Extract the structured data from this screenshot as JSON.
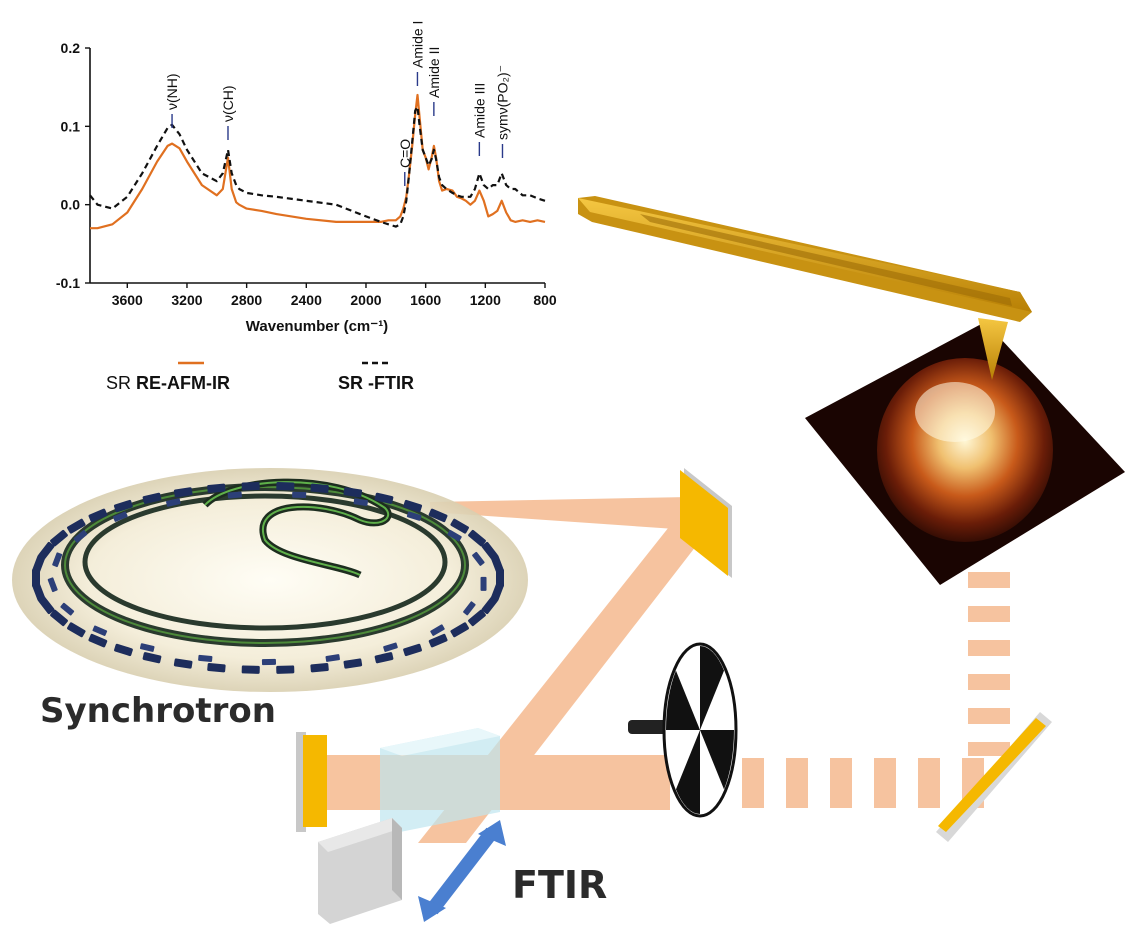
{
  "chart_data": {
    "type": "line",
    "xlabel": "Wavenumber (cm⁻¹)",
    "ylabel": "",
    "xlim": [
      3850,
      800
    ],
    "ylim": [
      -0.1,
      0.2
    ],
    "x_ticks": [
      "3600",
      "3200",
      "2800",
      "2400",
      "2000",
      "1600",
      "1200",
      "800"
    ],
    "y_ticks": [
      "-0.1",
      "0.0",
      "0.1",
      "0.2"
    ],
    "annotations": [
      {
        "text": "ν(NH)",
        "x": 3300
      },
      {
        "text": "ν(CH)",
        "x": 2925
      },
      {
        "text": "C=O",
        "x": 1740
      },
      {
        "text": "Amide I",
        "x": 1655
      },
      {
        "text": "Amide II",
        "x": 1545
      },
      {
        "text": "Amide III",
        "x": 1240
      },
      {
        "text": "symν(PO₂)⁻",
        "x": 1085
      }
    ],
    "series": [
      {
        "name": "SR RE-AFM-IR",
        "color": "#e07020",
        "dash": "solid",
        "x": [
          3850,
          3800,
          3700,
          3600,
          3500,
          3400,
          3330,
          3300,
          3250,
          3200,
          3100,
          3000,
          2960,
          2925,
          2900,
          2870,
          2850,
          2800,
          2700,
          2600,
          2400,
          2200,
          2000,
          1900,
          1850,
          1800,
          1770,
          1750,
          1730,
          1710,
          1690,
          1670,
          1655,
          1640,
          1620,
          1600,
          1580,
          1560,
          1545,
          1530,
          1510,
          1490,
          1460,
          1420,
          1390,
          1360,
          1330,
          1300,
          1270,
          1240,
          1210,
          1180,
          1150,
          1120,
          1090,
          1060,
          1030,
          1000,
          950,
          900,
          850,
          800
        ],
        "y": [
          -0.03,
          -0.03,
          -0.025,
          -0.01,
          0.02,
          0.055,
          0.075,
          0.078,
          0.072,
          0.055,
          0.025,
          0.012,
          0.02,
          0.06,
          0.02,
          0.003,
          0.0,
          -0.005,
          -0.008,
          -0.012,
          -0.018,
          -0.022,
          -0.022,
          -0.022,
          -0.02,
          -0.02,
          -0.015,
          -0.005,
          0.01,
          0.04,
          0.075,
          0.115,
          0.14,
          0.11,
          0.07,
          0.06,
          0.045,
          0.06,
          0.075,
          0.06,
          0.03,
          0.018,
          0.02,
          0.018,
          0.01,
          0.008,
          0.005,
          0.0,
          0.005,
          0.018,
          0.005,
          -0.015,
          -0.012,
          -0.008,
          0.005,
          -0.01,
          -0.02,
          -0.022,
          -0.02,
          -0.022,
          -0.02,
          -0.022
        ]
      },
      {
        "name": "SR -FTIR",
        "color": "#111111",
        "dash": "dashed",
        "x": [
          3850,
          3800,
          3700,
          3600,
          3500,
          3400,
          3330,
          3300,
          3250,
          3200,
          3100,
          3000,
          2960,
          2925,
          2900,
          2870,
          2850,
          2800,
          2700,
          2600,
          2400,
          2200,
          2000,
          1900,
          1850,
          1800,
          1770,
          1750,
          1730,
          1710,
          1690,
          1670,
          1655,
          1640,
          1620,
          1600,
          1580,
          1560,
          1545,
          1530,
          1510,
          1490,
          1460,
          1420,
          1390,
          1360,
          1330,
          1300,
          1270,
          1240,
          1210,
          1180,
          1150,
          1120,
          1090,
          1060,
          1030,
          1000,
          950,
          900,
          850,
          800
        ],
        "y": [
          0.012,
          0.0,
          -0.005,
          0.01,
          0.04,
          0.075,
          0.098,
          0.102,
          0.09,
          0.07,
          0.04,
          0.03,
          0.04,
          0.07,
          0.04,
          0.025,
          0.02,
          0.015,
          0.012,
          0.01,
          0.005,
          0.0,
          -0.015,
          -0.022,
          -0.025,
          -0.028,
          -0.025,
          -0.015,
          0.005,
          0.04,
          0.08,
          0.12,
          0.125,
          0.1,
          0.07,
          0.06,
          0.05,
          0.058,
          0.07,
          0.058,
          0.035,
          0.025,
          0.02,
          0.015,
          0.012,
          0.01,
          0.01,
          0.01,
          0.02,
          0.04,
          0.025,
          0.02,
          0.025,
          0.025,
          0.04,
          0.025,
          0.02,
          0.02,
          0.012,
          0.012,
          0.008,
          0.005
        ]
      }
    ]
  },
  "legend": [
    {
      "prefix": "SR ",
      "bold": "RE-AFM-IR",
      "color": "#e07020",
      "dash": "solid"
    },
    {
      "prefix": "",
      "bold": "SR -FTIR",
      "color": "#111111",
      "dash": "dashed"
    }
  ],
  "labels": {
    "synchrotron": "Synchrotron",
    "ftir": "FTIR"
  },
  "colors": {
    "beam": "#f4b07f",
    "mirror": "#f5b800",
    "tip": "#e0a914",
    "storage_ring_magnet": "#1d2d5c",
    "arrow": "#4a7fd0"
  }
}
